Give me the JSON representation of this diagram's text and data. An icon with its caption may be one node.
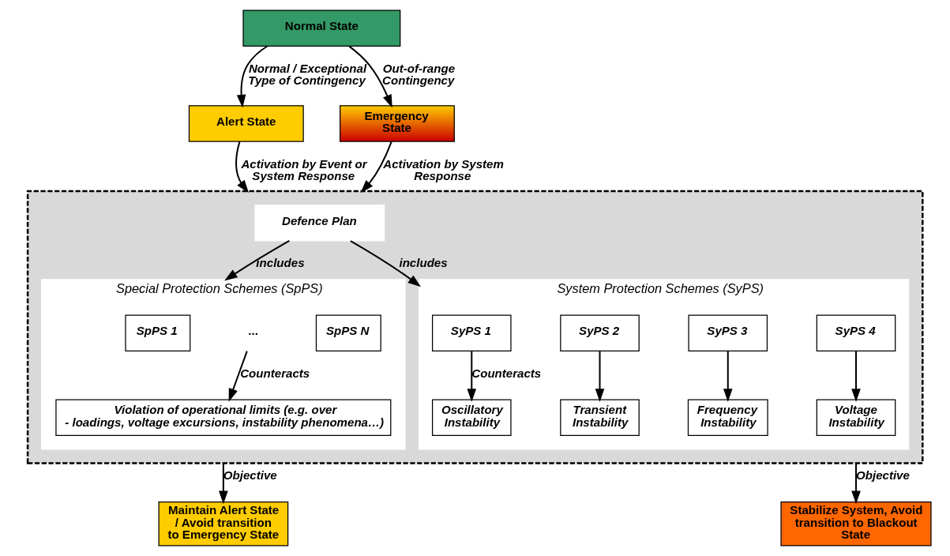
{
  "diagram": {
    "nodes": [
      {
        "text": [
          "Normal State"
        ]
      },
      {
        "text": [
          "Alert State"
        ]
      },
      {
        "text": [
          "Emergency State"
        ]
      },
      {
        "text": [],
        "shape": "box"
      },
      {
        "text": [
          "Defence Plan"
        ],
        "in": 3
      },
      {
        "text": [
          "Special Protection Schemes (SpPS)"
        ],
        "in": 3
      },
      {
        "text": [
          "SpPS 1"
        ],
        "in": 5
      },
      {
        "text": [
          "..."
        ],
        "in": 5
      },
      {
        "text": [
          "SpPS N"
        ],
        "in": 5
      },
      {
        "text": [
          "Violation of operational limits (e.g. over - loadings, voltage excursions, instability phenomena…)"
        ],
        "in": 5
      },
      {
        "text": [
          "System Protection Schemes (SyPS)"
        ],
        "in": 3
      },
      {
        "text": [
          "SyPS 1"
        ],
        "in": 10
      },
      {
        "text": [
          "SyPS 2"
        ],
        "in": 10
      },
      {
        "text": [
          "SyPS 3"
        ],
        "in": 10
      },
      {
        "text": [
          "SyPS 4"
        ],
        "in": 10
      },
      {
        "text": [
          "Oscillatory Instability"
        ],
        "in": 10
      },
      {
        "text": [
          "Transient Instability"
        ],
        "in": 10
      },
      {
        "text": [
          "Frequency Instability"
        ],
        "in": 10
      },
      {
        "text": [
          "Voltage Instability"
        ],
        "in": 10
      },
      {
        "text": [
          "Maintain Alert State / Avoid transition to Emergency State"
        ]
      },
      {
        "text": [
          "Stabilize System, Avoid transition to Blackout State"
        ]
      }
    ],
    "edges": [
      {
        "from": 0,
        "to": 1,
        "arrow": "to",
        "label": "Normal / Exceptional Type of Contingency"
      },
      {
        "from": 0,
        "to": 2,
        "arrow": "to",
        "label": "Out-of-range Contingency"
      },
      {
        "from": 1,
        "to": 3,
        "arrow": "to",
        "label": "Activation by Event or System Response"
      },
      {
        "from": 2,
        "to": 3,
        "arrow": "to",
        "label": "Activation by System Response"
      },
      {
        "from": 4,
        "to": 5,
        "arrow": "to",
        "label": "includes"
      },
      {
        "from": 4,
        "to": 10,
        "arrow": "to",
        "label": "includes"
      },
      {
        "from": 7,
        "to": 9,
        "arrow": "to",
        "label": "Counteracts"
      },
      {
        "from": 11,
        "to": 15,
        "arrow": "to",
        "label": "Counteracts"
      },
      {
        "from": 12,
        "to": 16,
        "arrow": "to"
      },
      {
        "from": 13,
        "to": 17,
        "arrow": "to"
      },
      {
        "from": 14,
        "to": 18,
        "arrow": "to"
      },
      {
        "from": 3,
        "to": 19,
        "arrow": "to",
        "label": "Objective"
      },
      {
        "from": 3,
        "to": 20,
        "arrow": "to",
        "label": "Objective"
      }
    ]
  }
}
